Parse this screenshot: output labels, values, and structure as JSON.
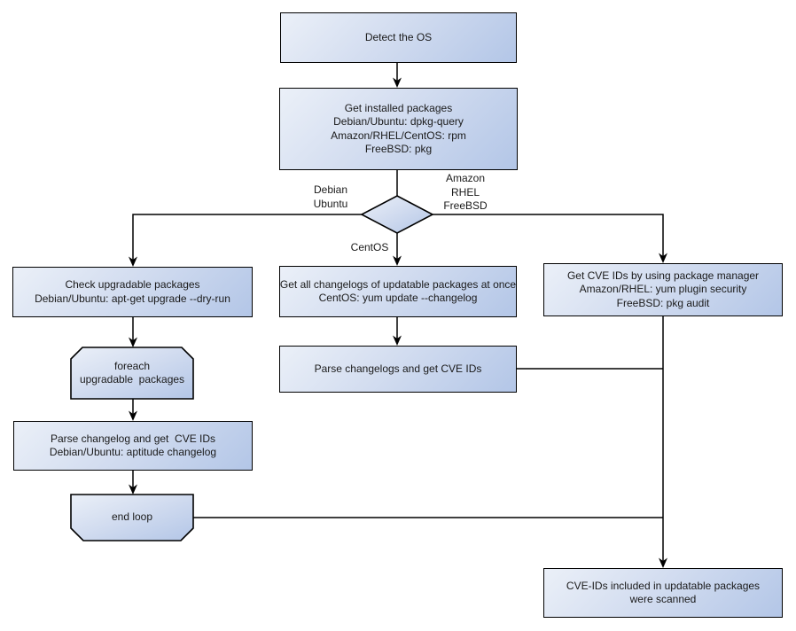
{
  "colors": {
    "background": "#ffffff",
    "node_fill_light": "#ebf0f8",
    "node_fill_dark": "#b3c6e7",
    "node_border": "#000000",
    "text": "#1a1a1a"
  },
  "nodes": {
    "detect_os": {
      "lines": [
        "Detect the OS"
      ]
    },
    "get_installed_packages": {
      "lines": [
        "Get installed packages",
        "Debian/Ubuntu: dpkg-query",
        "Amazon/RHEL/CentOS: rpm",
        "FreeBSD: pkg"
      ]
    },
    "check_upgradable_packages": {
      "lines": [
        "Check upgradable packages",
        "Debian/Ubuntu: apt-get upgrade --dry-run"
      ]
    },
    "get_all_changelogs": {
      "lines": [
        "Get all changelogs of updatable packages at once",
        "CentOS: yum update --changelog"
      ]
    },
    "get_cve_ids_package_manager": {
      "lines": [
        "Get CVE IDs by using package manager",
        "Amazon/RHEL: yum plugin security",
        "FreeBSD: pkg audit"
      ]
    },
    "foreach_loop_start": {
      "lines": [
        "foreach",
        "upgradable  packages"
      ]
    },
    "parse_changelogs_mid": {
      "lines": [
        "Parse changelogs and get CVE IDs"
      ]
    },
    "parse_changelog_left": {
      "lines": [
        "Parse changelog and get  CVE IDs",
        "Debian/Ubuntu: aptitude changelog"
      ]
    },
    "end_loop": {
      "lines": [
        "end loop"
      ]
    },
    "result": {
      "lines": [
        "CVE-IDs included in updatable packages",
        "were scanned"
      ]
    }
  },
  "edge_labels": {
    "debian_ubuntu": {
      "lines": [
        "Debian",
        "Ubuntu"
      ]
    },
    "amazon_rhel_freebsd": {
      "lines": [
        "Amazon",
        "RHEL",
        "FreeBSD"
      ]
    },
    "centos": {
      "lines": [
        "CentOS"
      ]
    }
  }
}
